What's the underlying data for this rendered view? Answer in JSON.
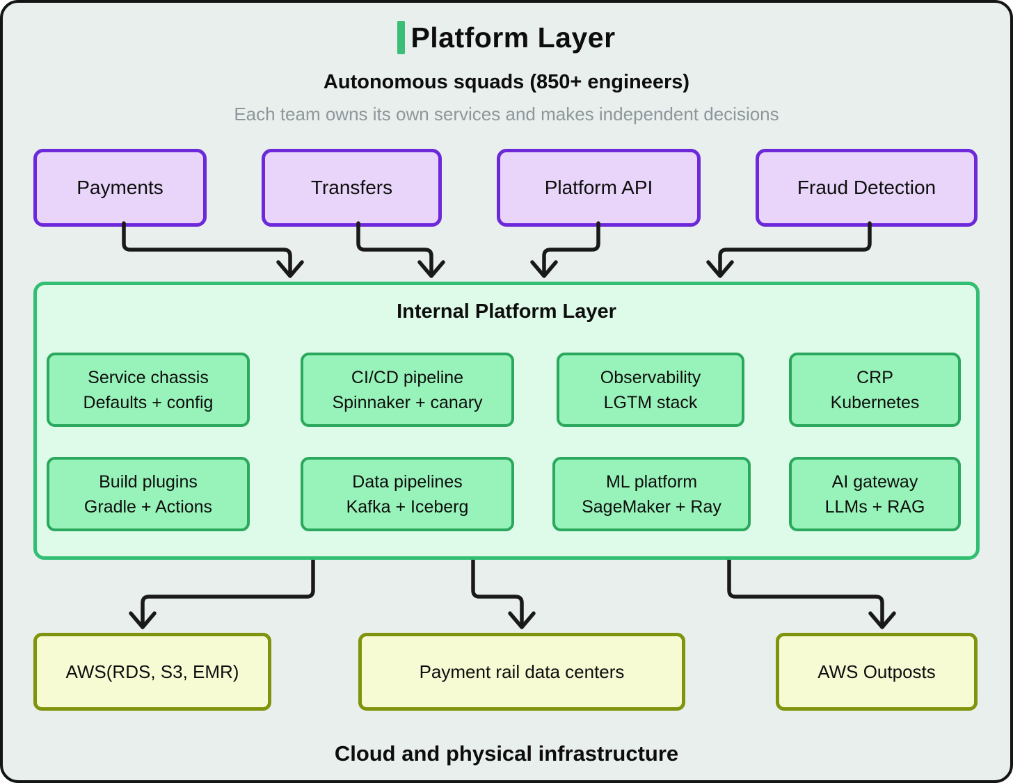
{
  "header": {
    "title": "Platform Layer",
    "subtitle": "Autonomous squads (850+ engineers)",
    "description": "Each team owns its own services and makes independent decisions"
  },
  "squads": [
    {
      "label": "Payments"
    },
    {
      "label": "Transfers"
    },
    {
      "label": "Platform API"
    },
    {
      "label": "Fraud Detection"
    }
  ],
  "internal_platform": {
    "title": "Internal Platform Layer",
    "services": [
      {
        "line1": "Service chassis",
        "line2": "Defaults + config"
      },
      {
        "line1": "CI/CD pipeline",
        "line2": "Spinnaker + canary"
      },
      {
        "line1": "Observability",
        "line2": "LGTM stack"
      },
      {
        "line1": "CRP",
        "line2": "Kubernetes"
      },
      {
        "line1": "Build plugins",
        "line2": "Gradle + Actions"
      },
      {
        "line1": "Data pipelines",
        "line2": "Kafka + Iceberg"
      },
      {
        "line1": "ML platform",
        "line2": "SageMaker + Ray"
      },
      {
        "line1": "AI gateway",
        "line2": "LLMs + RAG"
      }
    ]
  },
  "infrastructure": {
    "nodes": [
      {
        "label": "AWS(RDS, S3, EMR)"
      },
      {
        "label": "Payment rail data centers"
      },
      {
        "label": "AWS Outposts"
      }
    ],
    "caption": "Cloud and physical infrastructure"
  },
  "colors": {
    "accent_green": "#3cbd78",
    "page_fill": "#e8efec",
    "frame_border": "#141414",
    "squad_fill": "#e8d5f9",
    "squad_border": "#6d28d9",
    "platform_fill": "#defbe9",
    "platform_border": "#33bf73",
    "service_fill": "#98f3ba",
    "service_border": "#2aa85d",
    "infra_fill": "#f7fbd4",
    "infra_border": "#80930c",
    "arrow": "#191919",
    "muted_text": "#8e969b"
  }
}
